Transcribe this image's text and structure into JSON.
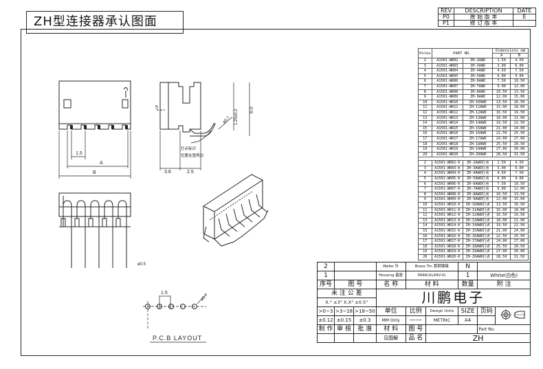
{
  "title": "ZH型连接器承认图面",
  "rev_table": {
    "headers": [
      "REV",
      "DESCRIPTION",
      "DATE"
    ],
    "rows": [
      [
        "P0",
        "原 始 版 本",
        "E"
      ],
      [
        "P1",
        "修 订 版 本",
        ""
      ]
    ]
  },
  "parts_table": {
    "headers": [
      "Poles",
      "PART NO.",
      "Dimensions mm"
    ],
    "subheaders": [
      "A",
      "B"
    ],
    "group1": [
      [
        "2",
        "A1501-WR02",
        "ZH-2AWD",
        "1.50",
        "4.50"
      ],
      [
        "3",
        "A1501-WR03",
        "ZH-3AWD",
        "3.00",
        "6.00"
      ],
      [
        "4",
        "A1501-WR04",
        "ZH-4AWD",
        "4.50",
        "7.50"
      ],
      [
        "5",
        "A1501-WR05",
        "ZH-5AWD",
        "6.00",
        "9.00"
      ],
      [
        "6",
        "A1501-WR06",
        "ZH-6AWD",
        "7.50",
        "10.50"
      ],
      [
        "7",
        "A1501-WR07",
        "ZH-7AWD",
        "9.00",
        "12.00"
      ],
      [
        "8",
        "A1501-WR08",
        "ZH-8AWD",
        "10.50",
        "13.50"
      ],
      [
        "9",
        "A1501-WR09",
        "ZH-9AWD",
        "12.00",
        "15.00"
      ],
      [
        "10",
        "A1501-WR10",
        "ZH-10AWD",
        "13.50",
        "16.50"
      ],
      [
        "11",
        "A1501-WR11",
        "ZH-11AWD",
        "15.00",
        "18.00"
      ],
      [
        "12",
        "A1501-WR12",
        "ZH-12AWD",
        "16.50",
        "19.50"
      ],
      [
        "13",
        "A1501-WR13",
        "ZH-13AWD",
        "18.00",
        "21.00"
      ],
      [
        "14",
        "A1501-WR14",
        "ZH-14AWD",
        "19.50",
        "22.50"
      ],
      [
        "15",
        "A1501-WR15",
        "ZH-15AWD",
        "21.00",
        "24.00"
      ],
      [
        "16",
        "A1501-WR16",
        "ZH-16AWD",
        "22.50",
        "25.50"
      ],
      [
        "17",
        "A1501-WR17",
        "ZH-17AWD",
        "24.00",
        "27.00"
      ],
      [
        "18",
        "A1501-WR18",
        "ZH-18AWD",
        "25.50",
        "28.50"
      ],
      [
        "19",
        "A1501-WR19",
        "ZH-19AWD",
        "27.00",
        "30.00"
      ],
      [
        "20",
        "A1501-WR20",
        "ZH-20AWD",
        "28.50",
        "31.50"
      ]
    ],
    "group2": [
      [
        "2",
        "A1501-WR02-K",
        "ZH-2AWD打点",
        "1.50",
        "4.50"
      ],
      [
        "3",
        "A1501-WR03-K",
        "ZH-3AWD打点",
        "3.00",
        "6.00"
      ],
      [
        "4",
        "A1501-WR04-K",
        "ZH-4AWD打点",
        "4.50",
        "7.50"
      ],
      [
        "5",
        "A1501-WR05-K",
        "ZH-5AWD打点",
        "6.00",
        "9.00"
      ],
      [
        "6",
        "A1501-WR06-K",
        "ZH-6AWD打点",
        "7.50",
        "10.50"
      ],
      [
        "7",
        "A1501-WR07-K",
        "ZH-7AWD打点",
        "9.00",
        "12.00"
      ],
      [
        "8",
        "A1501-WR08-K",
        "ZH-8AWD打点",
        "10.50",
        "13.50"
      ],
      [
        "9",
        "A1501-WR09-K",
        "ZH-9AWD打点",
        "12.00",
        "15.00"
      ],
      [
        "10",
        "A1501-WR10-K",
        "ZH-10AWD打点",
        "13.50",
        "16.50"
      ],
      [
        "11",
        "A1501-WR11-K",
        "ZH-11AWD打点",
        "15.00",
        "18.00"
      ],
      [
        "12",
        "A1501-WR12-K",
        "ZH-12AWD打点",
        "16.50",
        "19.50"
      ],
      [
        "13",
        "A1501-WR13-K",
        "ZH-13AWD打点",
        "18.00",
        "21.00"
      ],
      [
        "14",
        "A1501-WR14-K",
        "ZH-14AWD打点",
        "19.50",
        "22.50"
      ],
      [
        "15",
        "A1501-WR15-K",
        "ZH-15AWD打点",
        "21.00",
        "24.00"
      ],
      [
        "16",
        "A1501-WR16-K",
        "ZH-16AWD打点",
        "22.50",
        "25.50"
      ],
      [
        "17",
        "A1501-WR17-K",
        "ZH-17AWD打点",
        "24.00",
        "27.00"
      ],
      [
        "18",
        "A1501-WR18-K",
        "ZH-18AWD打点",
        "25.50",
        "28.50"
      ],
      [
        "19",
        "A1501-WR19-K",
        "ZH-19AWD打点",
        "27.00",
        "30.00"
      ],
      [
        "20",
        "A1501-WR20-K",
        "ZH-20AWD打点",
        "28.50",
        "31.50"
      ]
    ]
  },
  "drawing_labels": {
    "dim_1_5": "1.5",
    "dim_A": "A",
    "dim_B": "B",
    "dim_5": "5",
    "dim_3_8": "3.8",
    "dim_2_5": "2.5",
    "dim_1_25": "1.25±0.2",
    "dim_6_0": "6.0",
    "dim_phi07": "ø0.7",
    "dim_phi05": "ø0.5",
    "note_1": "打点标识",
    "note_2": "位置在壹两边",
    "pcb_pitch": "1.5",
    "pcb_hole": "ø0.7",
    "pcb_caption": "P.C.B LAYOUT"
  },
  "title_block": {
    "bom": [
      {
        "no": "2",
        "name": "Wafer 针",
        "material": "Brass Tin 黄铜镀锡",
        "qty": "N",
        "note": ""
      },
      {
        "no": "1",
        "name": "Housing 基座",
        "material": "PA66(UL94V-0)",
        "qty": "1",
        "note": "White(白色)"
      }
    ],
    "headers": [
      "序号",
      "图 号",
      "名 称",
      "材 料",
      "数量",
      "附 注"
    ],
    "tolerance_title": "未 注 公 差",
    "tolerance_line": "X.° ±3°  X.X° ±0.5°",
    "tol_ranges": [
      ">0~3",
      ">3~18",
      ">18~50"
    ],
    "tol_values": [
      "±0.12",
      "±0.15",
      "±0.3"
    ],
    "company": "川鹏电子",
    "unit_label": "单位",
    "unit_value": "MM Only",
    "scale_label": "比例",
    "scale_value": "——",
    "design_units_label": "Design Units",
    "design_units_value": "METRIC",
    "size_label": "SIZE",
    "size_value": "A4",
    "page_label": "页码",
    "roles": [
      "制 作",
      "审 核",
      "批 准",
      "材 料",
      "图 号"
    ],
    "part_no_label": "Part No.",
    "part_no_value": "ZH",
    "sign_labels": [
      "见图解",
      "品 名"
    ]
  }
}
